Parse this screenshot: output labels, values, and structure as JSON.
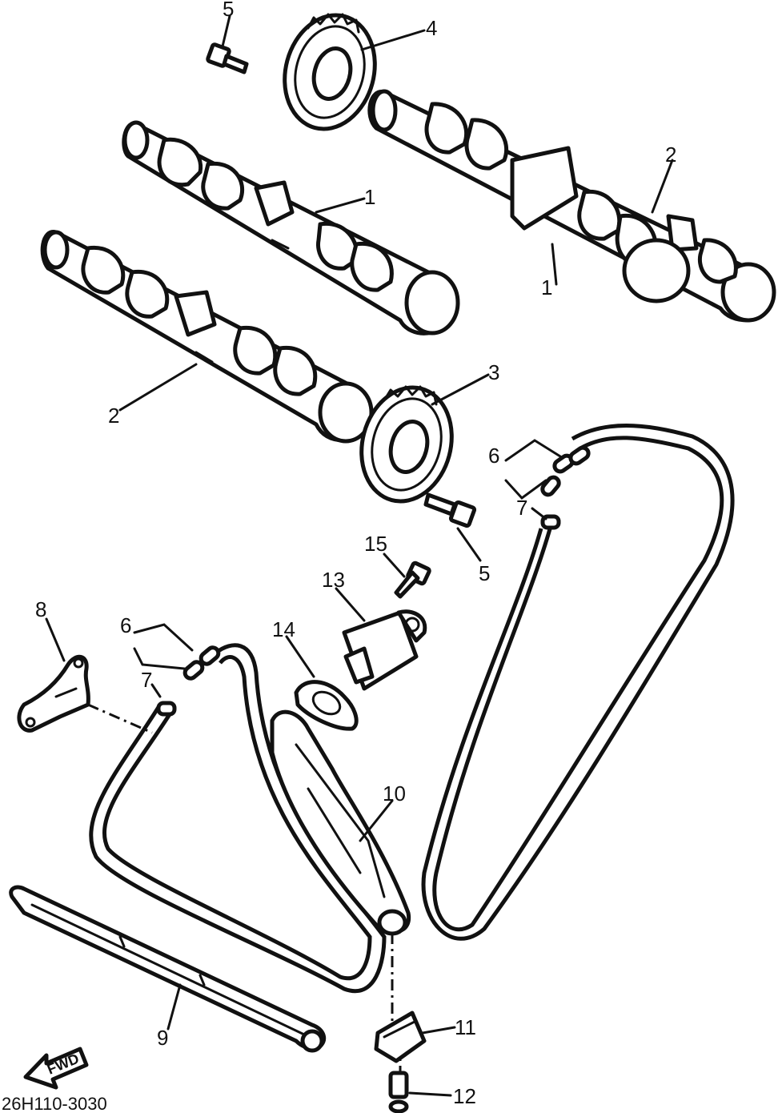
{
  "diagram": {
    "drawing_code": "26H110-3030",
    "direction_marker": "FWD",
    "callouts": {
      "c1a": "1",
      "c1b": "1",
      "c2a": "2",
      "c2b": "2",
      "c3": "3",
      "c4": "4",
      "c5a": "5",
      "c5b": "5",
      "c6a": "6",
      "c6b": "6",
      "c7a": "7",
      "c7b": "7",
      "c8": "8",
      "c9": "9",
      "c10": "10",
      "c11": "11",
      "c12": "12",
      "c13": "13",
      "c14": "14",
      "c15": "15"
    }
  }
}
